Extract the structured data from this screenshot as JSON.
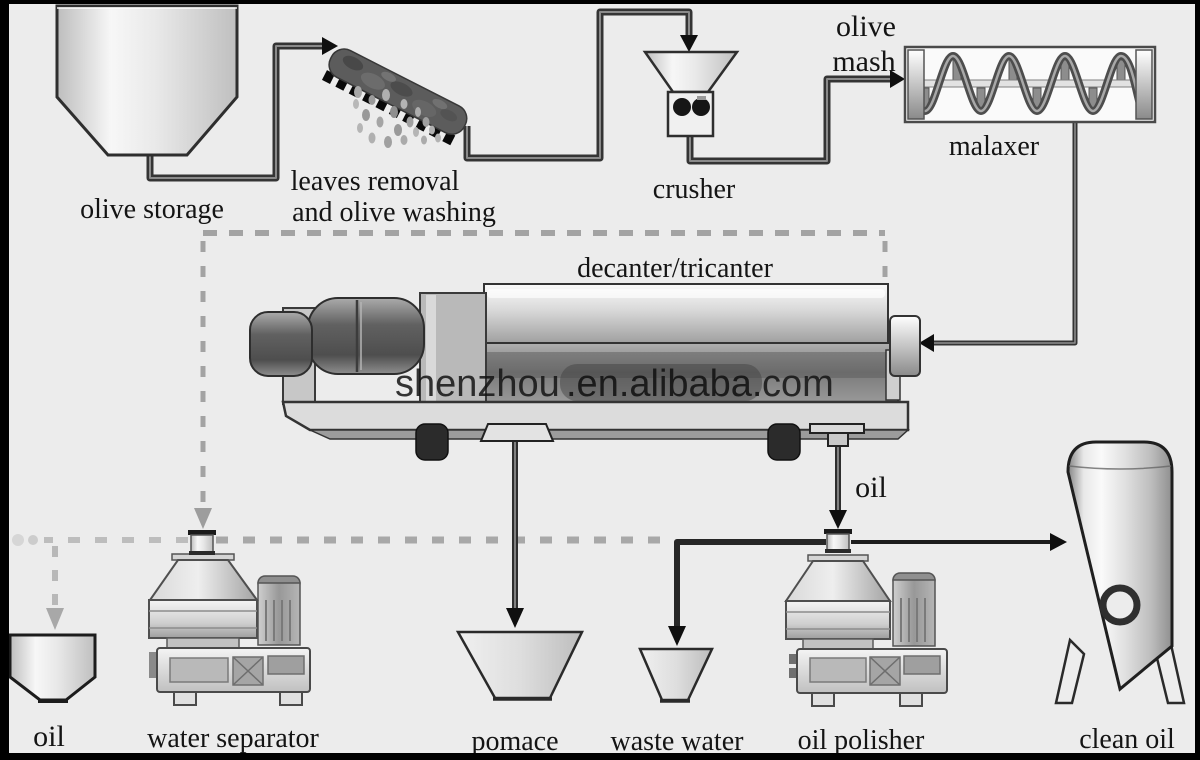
{
  "diagram": {
    "subject": "olive oil production process flow",
    "watermark": {
      "part1": "shenzhou",
      "part2": ".en.alibaba.",
      "part3": "com"
    },
    "nodes": {
      "olive_storage": {
        "label": "olive storage"
      },
      "washer": {
        "label_line1": "leaves removal",
        "label_line2": "and olive washing"
      },
      "crusher": {
        "label": "crusher"
      },
      "olive_mash": {
        "line1": "olive",
        "line2": "mash"
      },
      "malaxer": {
        "label": "malaxer"
      },
      "decanter": {
        "label": "decanter/tricanter"
      },
      "oil_stream": {
        "label": "oil"
      },
      "oil_output": {
        "label": "oil"
      },
      "water_separator": {
        "label": "water separator"
      },
      "pomace": {
        "label": "pomace"
      },
      "waste_water": {
        "label": "waste water"
      },
      "oil_polisher": {
        "label": "oil polisher"
      },
      "clean_oil": {
        "label": "clean oil"
      }
    },
    "flows": [
      {
        "from": "olive storage",
        "to": "leaves removal and olive washing",
        "style": "solid"
      },
      {
        "from": "leaves removal and olive washing",
        "to": "crusher",
        "style": "solid"
      },
      {
        "from": "crusher",
        "to": "malaxer",
        "style": "solid",
        "label": "olive mash"
      },
      {
        "from": "malaxer",
        "to": "decanter/tricanter",
        "style": "solid"
      },
      {
        "from": "decanter/tricanter",
        "to": "pomace",
        "style": "solid"
      },
      {
        "from": "decanter/tricanter",
        "to": "oil polisher",
        "style": "solid",
        "label": "oil"
      },
      {
        "from": "decanter/tricanter",
        "to": "water separator",
        "style": "dashed"
      },
      {
        "from": "water separator",
        "to": "oil",
        "style": "dashed"
      },
      {
        "from": "water separator",
        "to": "waste water",
        "style": "dashed"
      },
      {
        "from": "oil polisher",
        "to": "waste water",
        "style": "solid"
      },
      {
        "from": "oil polisher",
        "to": "clean oil",
        "style": "solid"
      }
    ],
    "colors": {
      "background": "#ececec",
      "frame": "#000000",
      "solid_line": "#383838",
      "dashed_line": "#a3a3a3",
      "label_text": "#141414",
      "watermark": "#8f8f8f"
    }
  }
}
